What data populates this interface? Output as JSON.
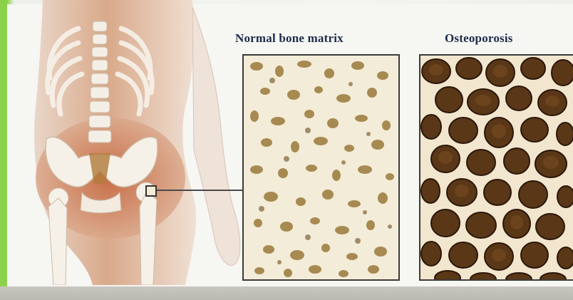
{
  "titles": {
    "normal": "Normal bone matrix",
    "osteoporosis": "Osteoporosis"
  },
  "figure": {
    "illustration": "human-torso-skeleton",
    "callout_target": "hip-femoral-neck"
  },
  "colors": {
    "background_green": "#7fc843",
    "title_text": "#1e2a4a",
    "normal_bone": "#f3ecd8",
    "normal_pores": "#9a7a3a",
    "osteo_dark": "#3a2410",
    "osteo_bone": "#f2e6cf"
  }
}
